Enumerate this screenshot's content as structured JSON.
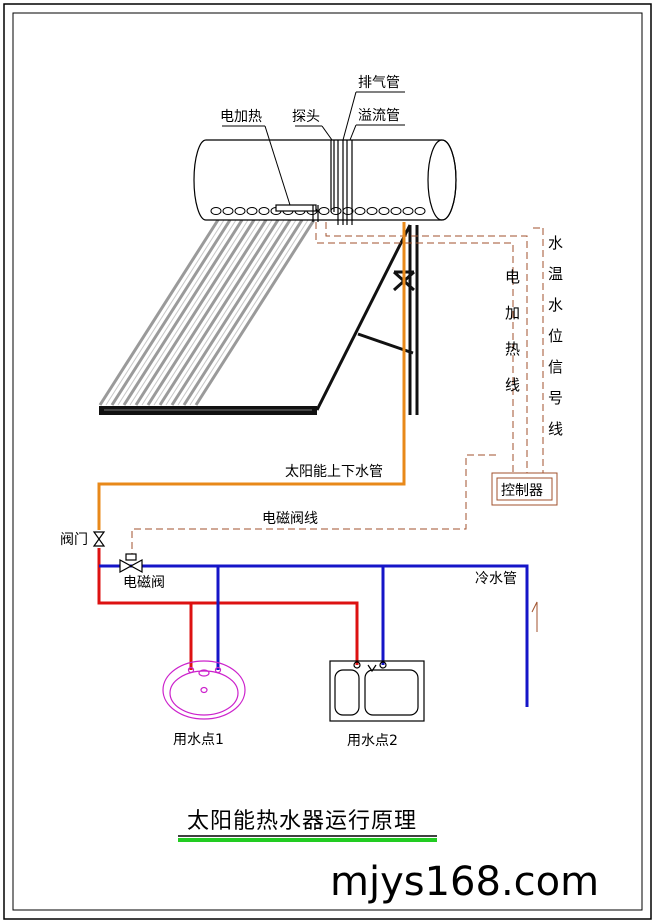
{
  "labels": {
    "electric_heater": "电加热",
    "probe": "探头",
    "vent_pipe": "排气管",
    "overflow_pipe": "溢流管",
    "heater_wire": [
      "电",
      "加",
      "热",
      "线"
    ],
    "temp_level_signal_wire": [
      "水",
      "温",
      "水",
      "位",
      "信",
      "号",
      "线"
    ],
    "controller": "控制器",
    "solar_pipe": "太阳能上下水管",
    "solenoid_valve_wire": "电磁阀线",
    "valve": "阀门",
    "solenoid_valve": "电磁阀",
    "cold_water_pipe": "冷水管",
    "outlet_1": "用水点1",
    "outlet_2": "用水点2"
  },
  "title": "太阳能热水器运行原理",
  "watermark": "mjys168.com",
  "colors": {
    "hot_pipe_orange": "#e8891a",
    "hot_water_red": "#dd1111",
    "cold_water_blue": "#1515c8",
    "signal_wire_brown": "#a0522d",
    "basin_magenta": "#cc22cc",
    "title_underline_green": "#22cc22",
    "frame": "#000000"
  }
}
